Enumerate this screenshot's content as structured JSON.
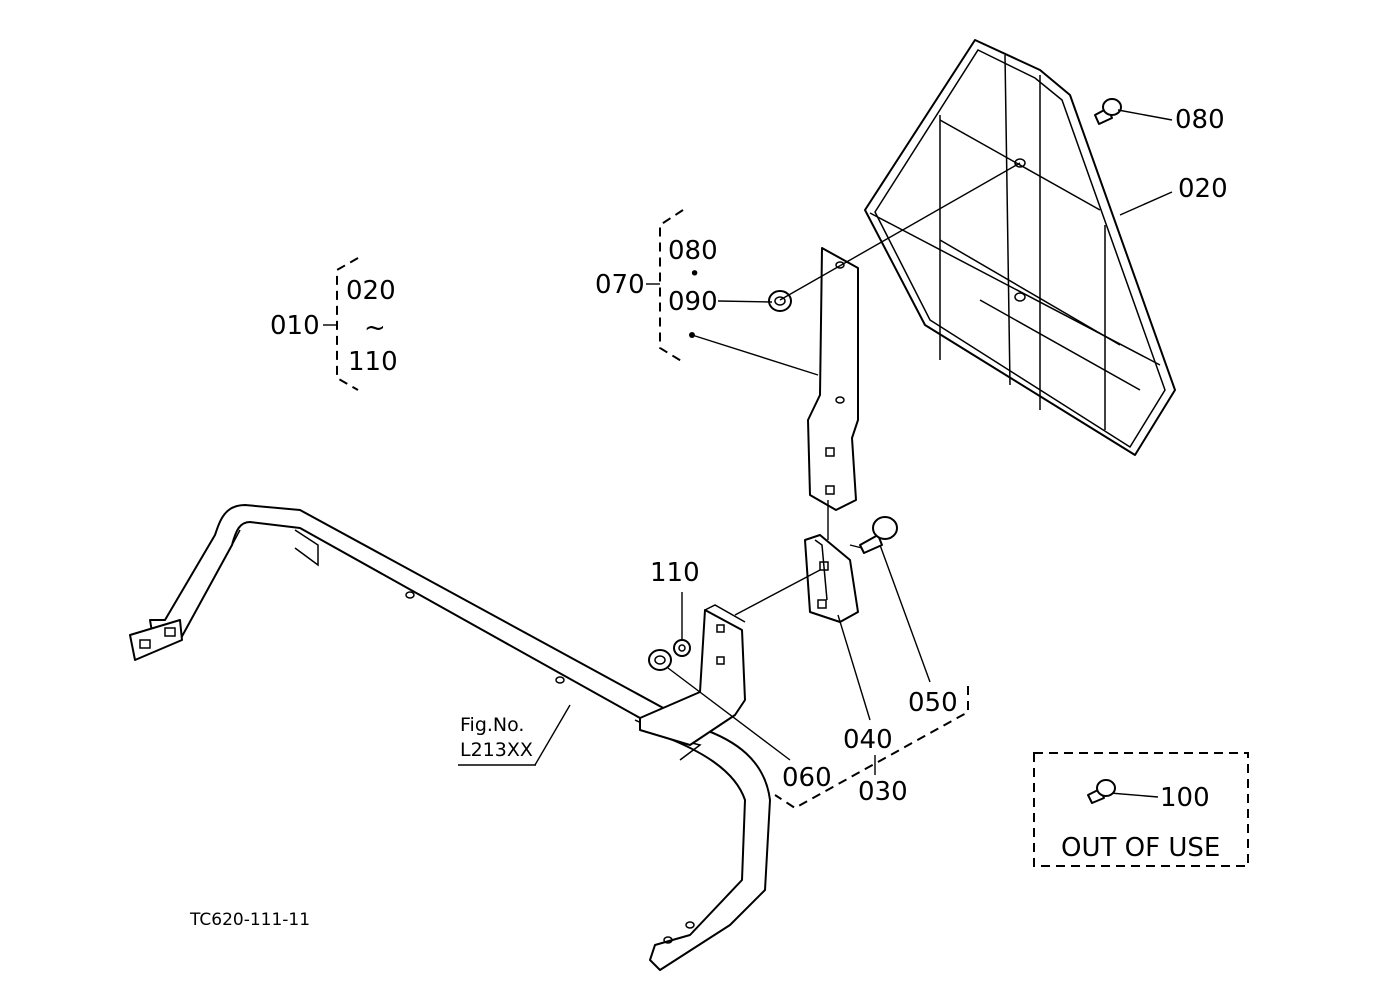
{
  "drawing": {
    "code": "TC620-111-11",
    "figure_ref": {
      "line1": "Fig.No.",
      "line2": "L213XX"
    },
    "out_of_use": {
      "part": "100",
      "text": "OUT OF USE"
    }
  },
  "assemblies": {
    "a010": {
      "label": "010",
      "from": "020",
      "range_mark": "~",
      "to": "110"
    },
    "a070": {
      "label": "070",
      "item1": "080",
      "dot": "•",
      "item2": "090"
    },
    "a030": {
      "label": "030"
    }
  },
  "callouts": {
    "c020": "020",
    "c080": "080",
    "c110": "110",
    "c050": "050",
    "c040": "040",
    "c060": "060"
  }
}
